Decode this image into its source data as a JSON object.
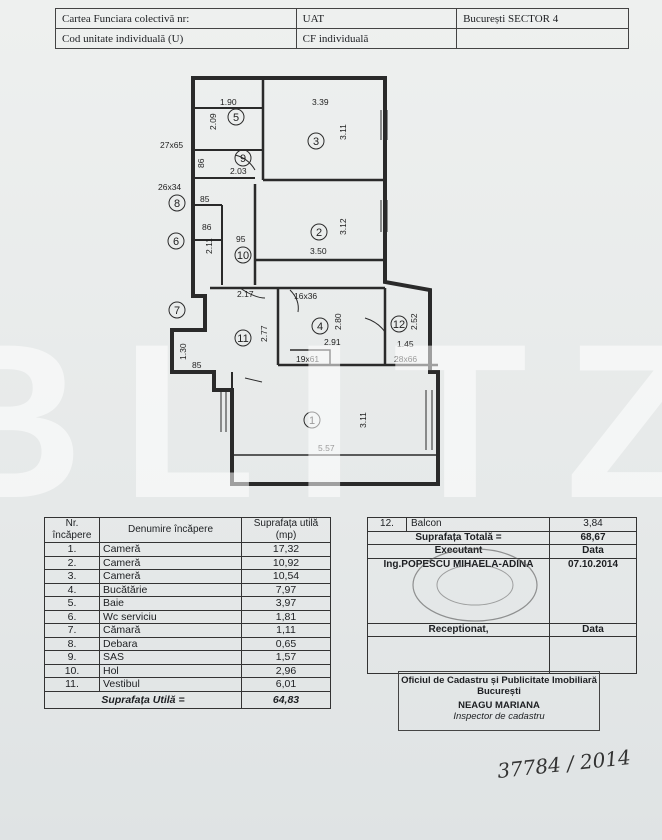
{
  "header": {
    "r1": [
      "Cartea Funciara colectivă nr:",
      "UAT",
      "București SECTOR 4"
    ],
    "r2": [
      "Cod unitate individuală (U)",
      "CF individuală",
      ""
    ]
  },
  "plan": {
    "dims": {
      "d190": "1.90",
      "d339": "3.39",
      "d209": "2.09",
      "d311a": "3.11",
      "d2765": "27x65",
      "d86a": "86",
      "d203": "2.03",
      "d2634": "26x34",
      "d85a": "85",
      "d86b": "86",
      "d312": "3.12",
      "d95": "95",
      "d211": "2.11",
      "d350": "3.50",
      "d217": "2.17",
      "d1636": "16x36",
      "d277": "2.77",
      "d280": "2.80",
      "d252": "2.52",
      "d291": "2.91",
      "d145": "1.45",
      "d1961": "19x61",
      "d2866": "28x66",
      "d130": "1.30",
      "d85b": "85",
      "d311b": "3.11",
      "d557": "5.57"
    },
    "rooms": [
      "1",
      "2",
      "3",
      "4",
      "5",
      "6",
      "7",
      "8",
      "9",
      "10",
      "11",
      "12"
    ]
  },
  "watermark": "BLITZ",
  "rooms_table": {
    "headers": [
      "Nr. încăpere",
      "Denumire încăpere",
      "Suprafața utilă (mp)"
    ],
    "rows": [
      [
        "1.",
        "Cameră",
        "17,32"
      ],
      [
        "2.",
        "Cameră",
        "10,92"
      ],
      [
        "3.",
        "Cameră",
        "10,54"
      ],
      [
        "4.",
        "Bucătărie",
        "7,97"
      ],
      [
        "5.",
        "Baie",
        "3,97"
      ],
      [
        "6.",
        "Wc serviciu",
        "1,81"
      ],
      [
        "7.",
        "Cămară",
        "1,11"
      ],
      [
        "8.",
        "Debara",
        "0,65"
      ],
      [
        "9.",
        "SAS",
        "1,57"
      ],
      [
        "10.",
        "Hol",
        "2,96"
      ],
      [
        "11.",
        "Vestibul",
        "6,01"
      ]
    ],
    "total_label": "Suprafața Utilă =",
    "total_value": "64,83"
  },
  "right_table": {
    "balcon_nr": "12.",
    "balcon_label": "Balcon",
    "balcon_value": "3,84",
    "total_label": "Suprafața Totală =",
    "total_value": "68,67",
    "executant_label": "Executant",
    "data_label": "Data",
    "executant_name": "Ing.POPESCU MIHAELA-ADINA",
    "executant_date": "07.10.2014",
    "receptionat_label": "Receptionat,",
    "data_label2": "Data"
  },
  "stamp": {
    "line1": "Oficiul de Cadastru și Publicitate Imobiliară",
    "line2": "București",
    "line3": "NEAGU MARIANA",
    "line4": "Inspector de cadastru"
  },
  "handwritten": "37784 / 2014"
}
